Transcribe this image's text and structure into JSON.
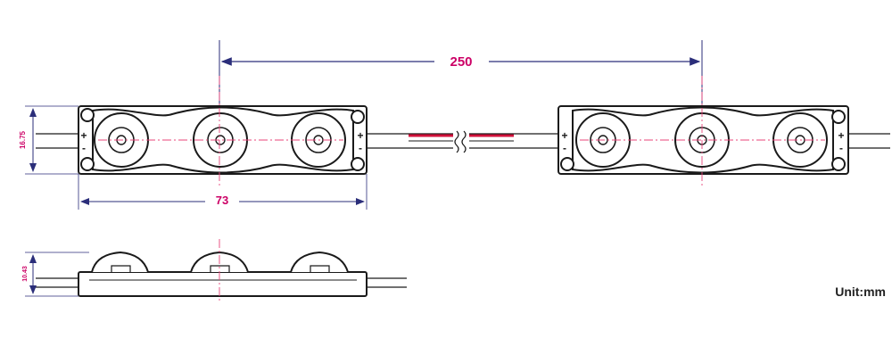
{
  "dimensions": {
    "pitch": "250",
    "length": "73",
    "width": "16.75",
    "height": "10.43"
  },
  "unit_label": "Unit:mm",
  "polarity": {
    "positive": "+",
    "negative": "-"
  },
  "colors": {
    "dimension": "#cc0066",
    "centerline": "#e8457a",
    "outline": "#1a1a1a",
    "arrow": "#2b2e7a",
    "wire_red": "#d0103a",
    "text_dark": "#222222"
  }
}
